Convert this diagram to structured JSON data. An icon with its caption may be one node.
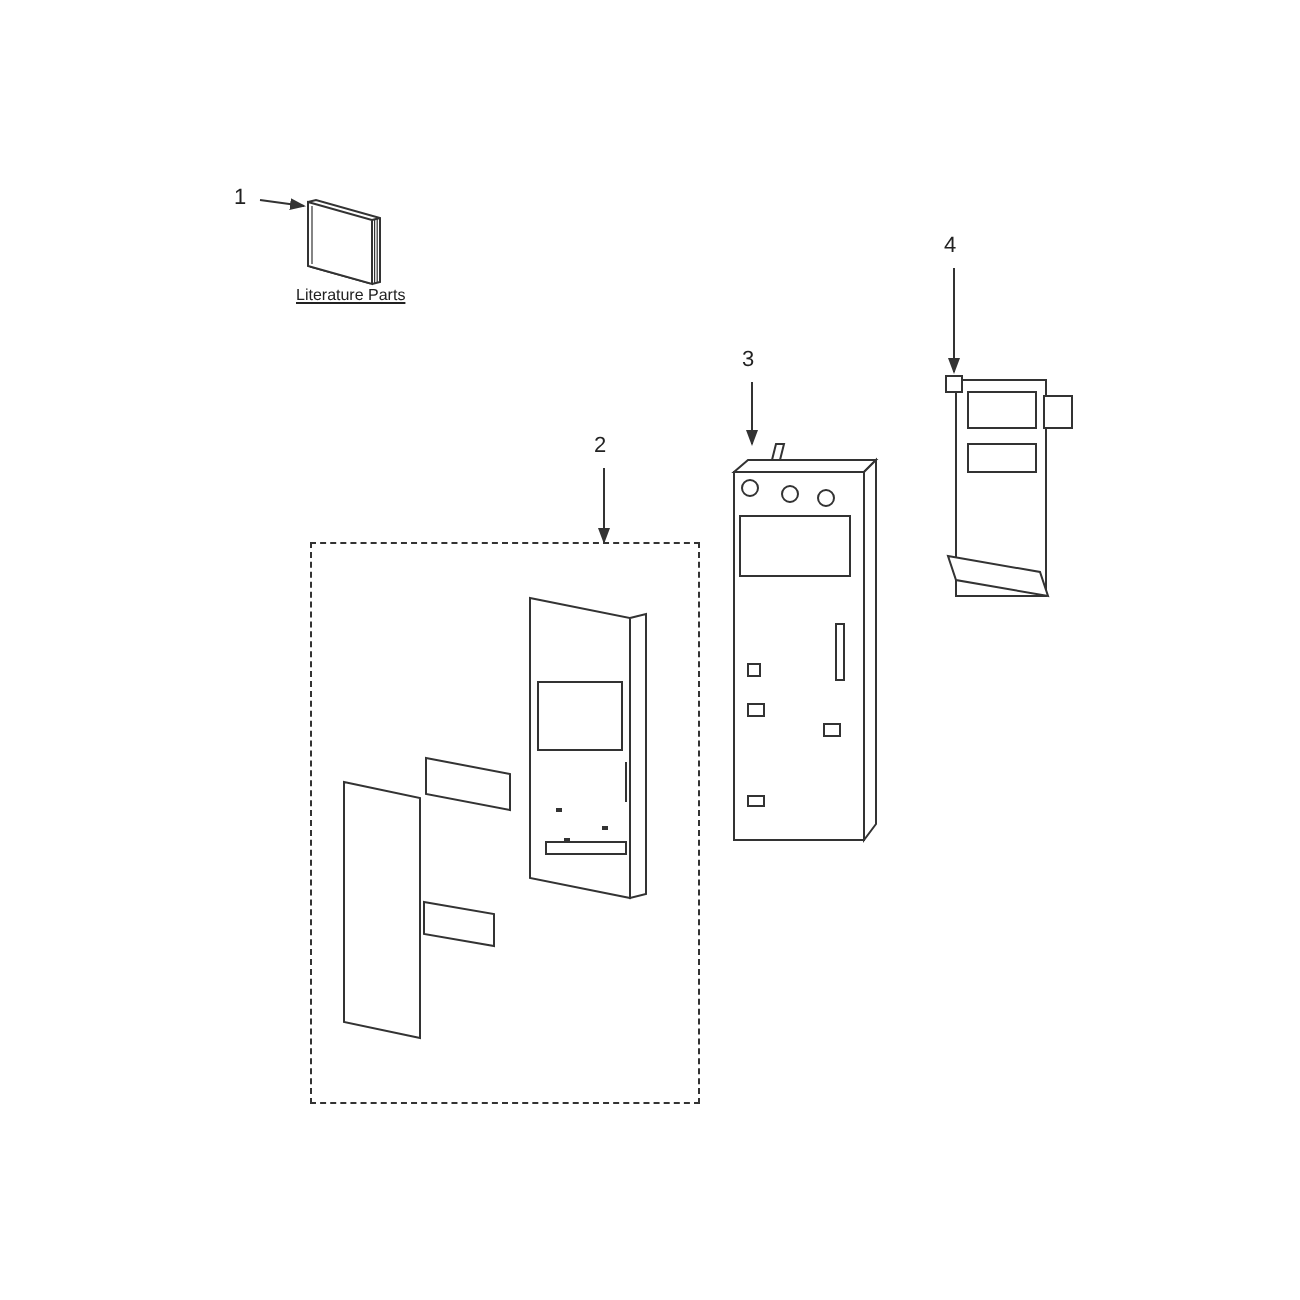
{
  "diagram": {
    "nodes": [
      {
        "text": [
          "1"
        ]
      },
      {
        "text": [],
        "shape": "picture",
        "beside": [
          "Literature Parts"
        ]
      },
      {
        "text": [
          "2"
        ]
      },
      {
        "text": [],
        "shape": "box"
      },
      {
        "text": [
          "3"
        ]
      },
      {
        "text": [],
        "shape": "picture"
      },
      {
        "text": [
          "4"
        ]
      },
      {
        "text": [],
        "shape": "picture"
      }
    ],
    "edges": [
      {
        "from": 0,
        "to": 1,
        "arrow": "to"
      },
      {
        "from": 2,
        "to": 3,
        "arrow": "to"
      },
      {
        "from": 4,
        "to": 5,
        "arrow": "to"
      },
      {
        "from": 6,
        "to": 7,
        "arrow": "to"
      }
    ]
  }
}
